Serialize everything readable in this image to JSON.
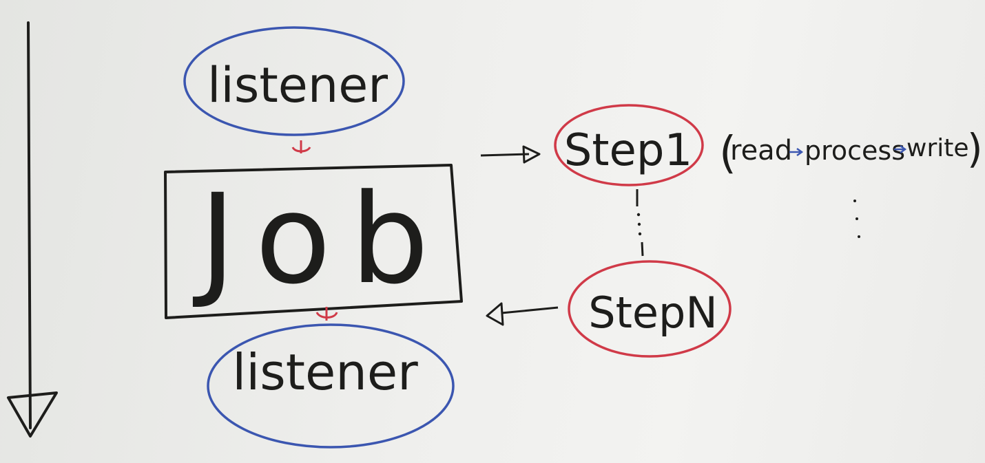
{
  "diagram": {
    "nodes": {
      "listener_top": {
        "label": "listener"
      },
      "job": {
        "label": "Job"
      },
      "listener_bottom": {
        "label": "listener"
      },
      "step_1": {
        "label": "Step1"
      },
      "step_n": {
        "label": "StepN"
      }
    },
    "annotation": {
      "open": "(",
      "read": "read",
      "process": "process",
      "write": "write",
      "close": ")"
    },
    "colors": {
      "marker_black": "#1d1d1b",
      "marker_blue": "#3b56b0",
      "marker_red": "#d03a48",
      "board": "#eeeeec"
    }
  }
}
